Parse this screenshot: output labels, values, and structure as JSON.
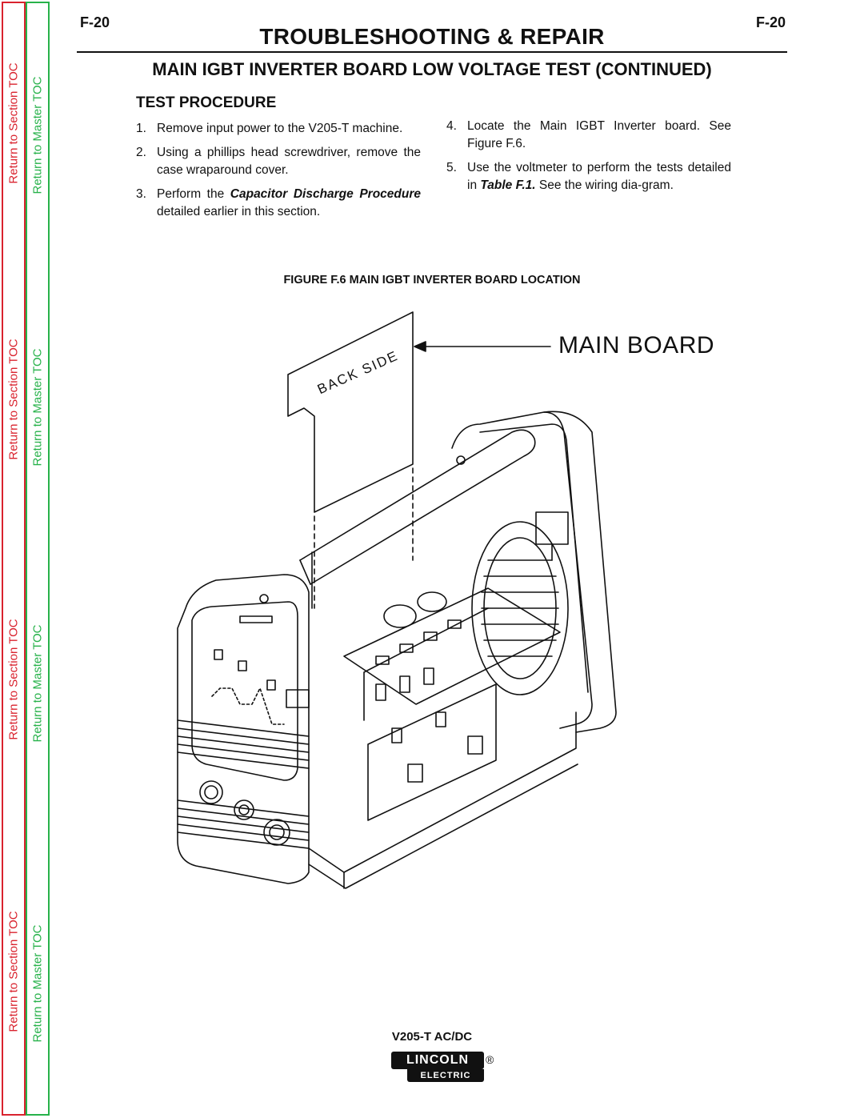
{
  "toc": {
    "section_label": "Return to Section TOC",
    "master_label": "Return to Master TOC"
  },
  "header": {
    "page_left": "F-20",
    "page_right": "F-20",
    "title": "TROUBLESHOOTING & REPAIR",
    "subtitle": "MAIN IGBT INVERTER BOARD LOW VOLTAGE TEST (CONTINUED)"
  },
  "procedure": {
    "heading": "TEST PROCEDURE",
    "steps": [
      {
        "num": "1.",
        "text": "Remove input power to the V205-T machine."
      },
      {
        "num": "2.",
        "text": "Using a phillips head screwdriver, remove the case wraparound cover."
      },
      {
        "num": "3.",
        "pre": "Perform the ",
        "bold": "Capacitor Discharge Procedure",
        "post": " detailed earlier in this section."
      },
      {
        "num": "4.",
        "text": "Locate the Main IGBT Inverter board. See Figure F.6."
      },
      {
        "num": "5.",
        "pre": "Use the voltmeter to perform the tests detailed in ",
        "bold": "Table F.1.",
        "post": " See the wiring dia-gram."
      }
    ]
  },
  "figure": {
    "caption": "FIGURE F.6 MAIN IGBT INVERTER BOARD LOCATION",
    "callout": "MAIN BOARD",
    "board_text": "BACK SIDE"
  },
  "footer": {
    "model": "V205-T AC/DC",
    "logo_top": "LINCOLN",
    "logo_bottom": "ELECTRIC",
    "logo_mark": "®"
  }
}
